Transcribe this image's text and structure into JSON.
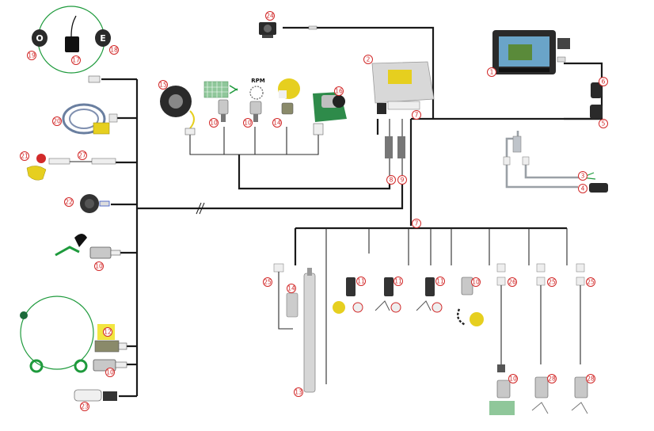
{
  "labels": {
    "o_button": "O",
    "e_button": "E",
    "rpm": "RPM"
  },
  "callouts": [
    {
      "id": "c1",
      "text": "1"
    },
    {
      "id": "c2",
      "text": "2"
    },
    {
      "id": "c3",
      "text": "3"
    },
    {
      "id": "c4",
      "text": "4"
    },
    {
      "id": "c5",
      "text": "5"
    },
    {
      "id": "c6",
      "text": "6"
    },
    {
      "id": "c7a",
      "text": "7"
    },
    {
      "id": "c7b",
      "text": "7"
    },
    {
      "id": "c8",
      "text": "8"
    },
    {
      "id": "c9",
      "text": "9"
    },
    {
      "id": "c10a",
      "text": "10"
    },
    {
      "id": "c10b",
      "text": "10"
    },
    {
      "id": "c10c",
      "text": "10"
    },
    {
      "id": "c10d",
      "text": "10"
    },
    {
      "id": "c10e",
      "text": "10"
    },
    {
      "id": "c10f",
      "text": "10"
    },
    {
      "id": "c11a",
      "text": "11"
    },
    {
      "id": "c11b",
      "text": "11"
    },
    {
      "id": "c11c",
      "text": "11"
    },
    {
      "id": "c12",
      "text": "12"
    },
    {
      "id": "c13",
      "text": "13"
    },
    {
      "id": "c14a",
      "text": "14"
    },
    {
      "id": "c14b",
      "text": "14"
    },
    {
      "id": "c15",
      "text": "15"
    },
    {
      "id": "c16",
      "text": "16"
    },
    {
      "id": "c17",
      "text": "17"
    },
    {
      "id": "c18",
      "text": "18"
    },
    {
      "id": "c19",
      "text": "19"
    },
    {
      "id": "c20",
      "text": "20"
    },
    {
      "id": "c21",
      "text": "21"
    },
    {
      "id": "c22",
      "text": "22"
    },
    {
      "id": "c23",
      "text": "23"
    },
    {
      "id": "c24",
      "text": "24"
    },
    {
      "id": "c25a",
      "text": "25"
    },
    {
      "id": "c25b",
      "text": "25"
    },
    {
      "id": "c25c",
      "text": "25"
    },
    {
      "id": "c26",
      "text": "26"
    },
    {
      "id": "c27",
      "text": "27"
    },
    {
      "id": "c28a",
      "text": "28"
    },
    {
      "id": "c28b",
      "text": "28"
    }
  ],
  "colors": {
    "callout": "#d22a2a",
    "wire": "#1a1a1a",
    "grey_wire": "#9aa0a6",
    "harness_green": "#1e9a3c",
    "yellow": "#e6cf1f",
    "grid_green": "#8fc79a"
  }
}
